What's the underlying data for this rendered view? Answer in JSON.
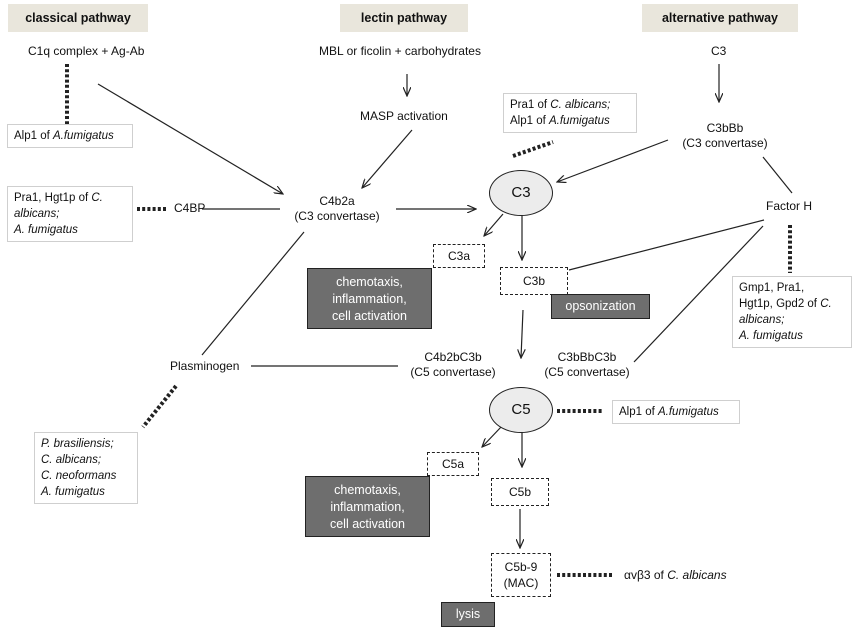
{
  "headers": {
    "classical": "classical pathway",
    "lectin": "lectin pathway",
    "alternative": "alternative pathway"
  },
  "nodes": {
    "c1q": "C1q complex + Ag-Ab",
    "mbl": "MBL or ficolin + carbohydrates",
    "masp": "MASP activation",
    "c3_alt": "C3",
    "c3bbb": "C3bBb",
    "c3bbb_sub": "(C3 convertase)",
    "c4bp": "C4BP",
    "c4b2a": "C4b2a",
    "c4b2a_sub": "(C3 convertase)",
    "c3": "C3",
    "factor_h": "Factor H",
    "c3a": "C3a",
    "c3b": "C3b",
    "plasminogen": "Plasminogen",
    "c4b2bc3b": "C4b2bC3b",
    "c4b2bc3b_sub": "(C5 convertase)",
    "c3bbbc3b": "C3bBbC3b",
    "c3bbbc3b_sub": "(C5 convertase)",
    "c5": "C5",
    "c5a": "C5a",
    "c5b": "C5b",
    "c5b9": "C5b-9",
    "c5b9_sub": "(MAC)"
  },
  "outcomes": {
    "chemo1_l1": "chemotaxis,",
    "chemo1_l2": "inflammation,",
    "chemo1_l3": "cell activation",
    "opsonization": "opsonization",
    "chemo2_l1": "chemotaxis,",
    "chemo2_l2": "inflammation,",
    "chemo2_l3": "cell activation",
    "lysis": "lysis"
  },
  "notes": {
    "alp1_left": {
      "a": "Alp1 of ",
      "b": "A.fumigatus"
    },
    "pra1_top": {
      "l1a": "Pra1 of ",
      "l1b": "C. albicans;",
      "l2a": "Alp1 of ",
      "l2b": "A.fumigatus"
    },
    "pra1_left": {
      "l1a": "Pra1, Hgt1p of ",
      "l1b": "C.",
      "l2": "albicans;",
      "l3": "A. fumigatus"
    },
    "gmp1": {
      "l1": "Gmp1, Pra1,",
      "l2a": "Hgt1p, Gpd2 of ",
      "l2b": "C.",
      "l3": "albicans;",
      "l4": "A. fumigatus"
    },
    "alp1_c5": {
      "a": "Alp1 of ",
      "b": "A.fumigatus"
    },
    "pbras": {
      "l1": "P. brasiliensis;",
      "l2": "C. albicans;",
      "l3": "C. neoformans",
      "l4": "A. fumigatus"
    },
    "avb3": {
      "a": "αvβ3 of ",
      "b": "C. albicans"
    }
  }
}
